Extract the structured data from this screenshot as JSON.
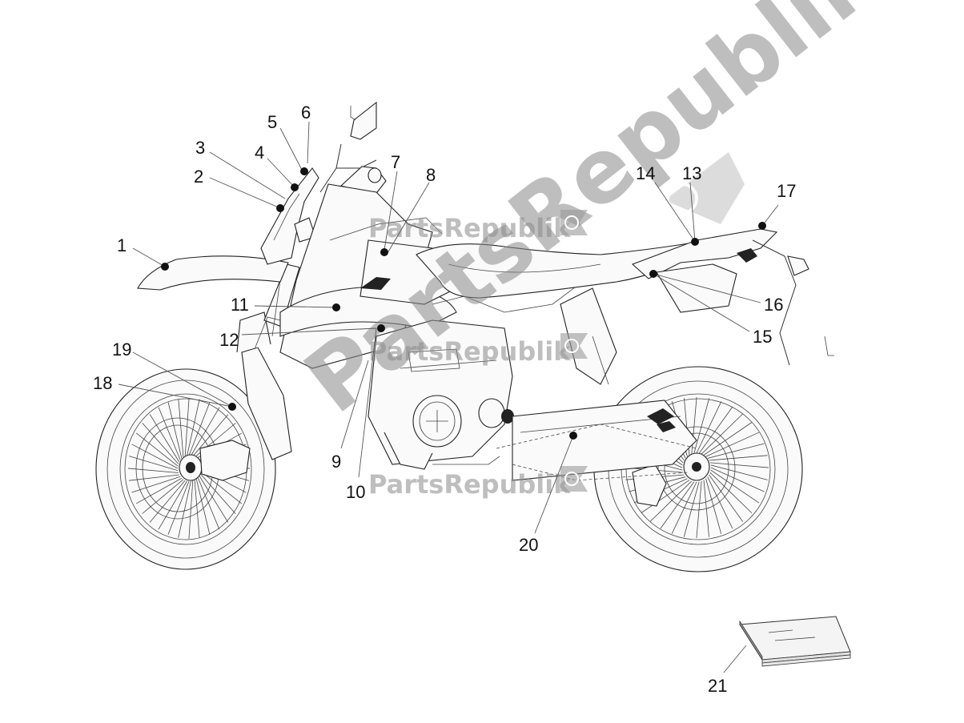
{
  "diagram": {
    "callouts": [
      {
        "id": "1",
        "label": "1"
      },
      {
        "id": "2",
        "label": "2"
      },
      {
        "id": "3",
        "label": "3"
      },
      {
        "id": "4",
        "label": "4"
      },
      {
        "id": "5",
        "label": "5"
      },
      {
        "id": "6",
        "label": "6"
      },
      {
        "id": "7",
        "label": "7"
      },
      {
        "id": "8",
        "label": "8"
      },
      {
        "id": "9",
        "label": "9"
      },
      {
        "id": "10",
        "label": "10"
      },
      {
        "id": "11",
        "label": "11"
      },
      {
        "id": "12",
        "label": "12"
      },
      {
        "id": "13",
        "label": "13"
      },
      {
        "id": "14",
        "label": "14"
      },
      {
        "id": "15",
        "label": "15"
      },
      {
        "id": "16",
        "label": "16"
      },
      {
        "id": "17",
        "label": "17"
      },
      {
        "id": "18",
        "label": "18"
      },
      {
        "id": "19",
        "label": "19"
      },
      {
        "id": "20",
        "label": "20"
      },
      {
        "id": "21",
        "label": "21"
      }
    ],
    "watermark": {
      "brand": "PartsRepublik",
      "icon": "gear-flag-icon"
    }
  }
}
